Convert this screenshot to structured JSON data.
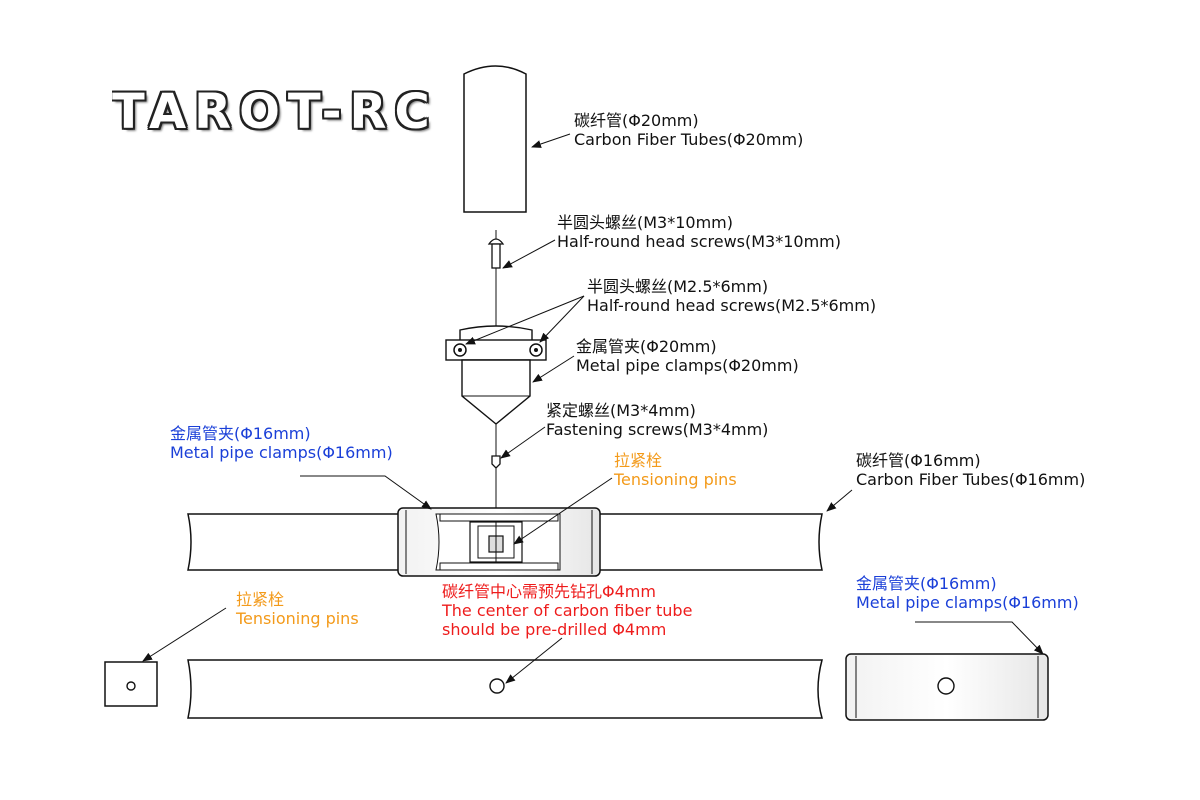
{
  "logo": {
    "text": "TAROT-RC"
  },
  "labels": {
    "tube20": {
      "zh": "碳纤管(Φ20mm)",
      "en": "Carbon Fiber Tubes(Φ20mm)"
    },
    "screw_m3x10": {
      "zh": "半圆头螺丝(M3*10mm)",
      "en": "Half-round head screws(M3*10mm)"
    },
    "screw_m25x6": {
      "zh": "半圆头螺丝(M2.5*6mm)",
      "en": "Half-round head screws(M2.5*6mm)"
    },
    "clamp20": {
      "zh": "金属管夹(Φ20mm)",
      "en": "Metal pipe clamps(Φ20mm)"
    },
    "fastening": {
      "zh": "紧定螺丝(M3*4mm)",
      "en": "Fastening screws(M3*4mm)"
    },
    "clamp16_left": {
      "zh": "金属管夹(Φ16mm)",
      "en": "Metal pipe clamps(Φ16mm)"
    },
    "pins_top": {
      "zh": "拉紧栓",
      "en": "Tensioning pins"
    },
    "tube16": {
      "zh": "碳纤管(Φ16mm)",
      "en": "Carbon Fiber Tubes(Φ16mm)"
    },
    "pins_bottom": {
      "zh": "拉紧栓",
      "en": "Tensioning pins"
    },
    "drill": {
      "zh": "碳纤管中心需预先钻孔Φ4mm",
      "en1": "The center of carbon fiber tube",
      "en2": "should be pre-drilled Φ4mm"
    },
    "clamp16_right": {
      "zh": "金属管夹(Φ16mm)",
      "en": "Metal pipe clamps(Φ16mm)"
    }
  },
  "colors": {
    "black": "#111111",
    "blue": "#1a3fd8",
    "orange": "#f39a1a",
    "red": "#ee1c1c"
  }
}
